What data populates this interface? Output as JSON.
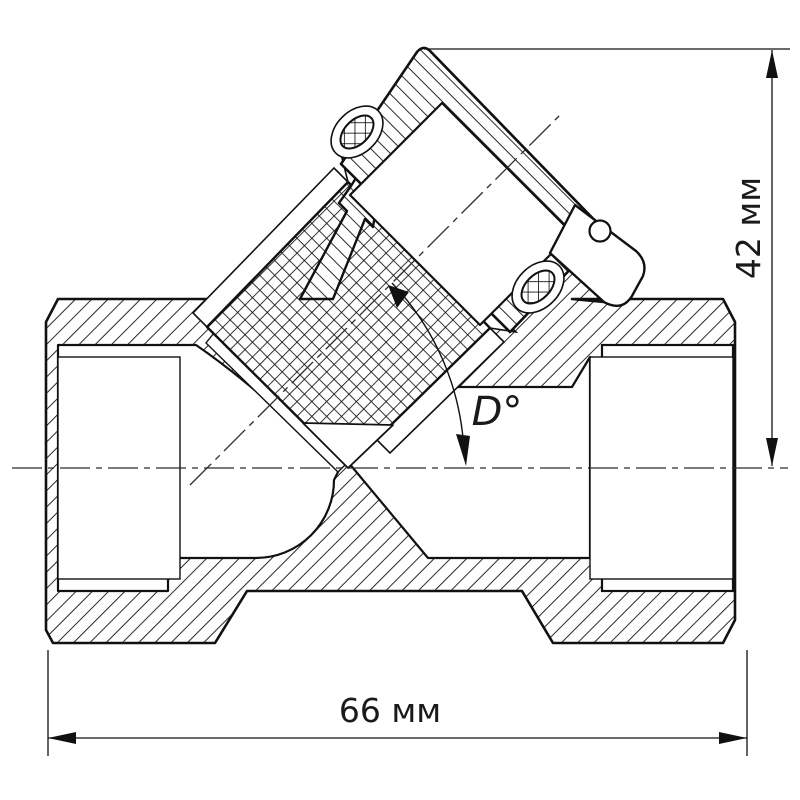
{
  "meta": {
    "type": "technical-drawing",
    "subject": "Y-strainer valve cross-section"
  },
  "labels": {
    "height_dim": "42 мм",
    "width_dim": "66 мм",
    "angle": "D°"
  },
  "colors": {
    "line": "#111111",
    "background": "#ffffff"
  }
}
